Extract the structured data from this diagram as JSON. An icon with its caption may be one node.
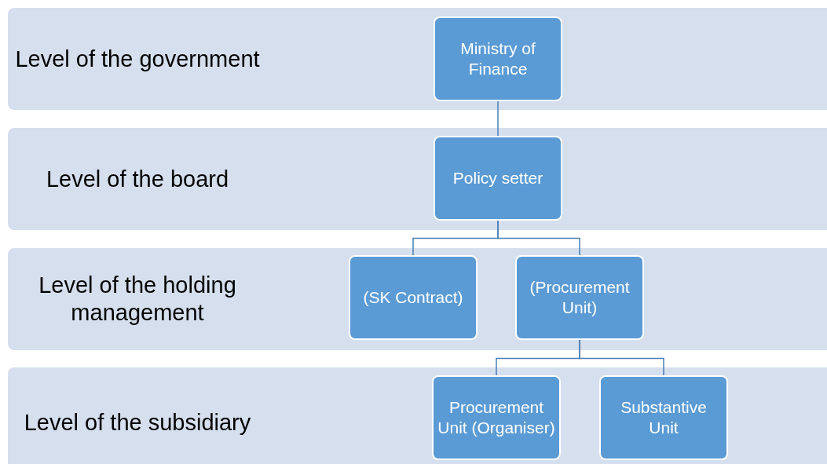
{
  "diagram": {
    "nodes": [
      {
        "text": [
          "Level of the government"
        ]
      },
      {
        "text": [
          "Ministry of Finance"
        ],
        "in": 0
      },
      {
        "text": [
          "Level of the board"
        ]
      },
      {
        "text": [
          "Policy setter"
        ],
        "in": 2
      },
      {
        "text": [
          "Level of the holding management"
        ]
      },
      {
        "text": [
          "(SK Contract)"
        ],
        "in": 4
      },
      {
        "text": [
          "(Procurement Unit)"
        ],
        "in": 4
      },
      {
        "text": [
          "Level of the subsidiary"
        ]
      },
      {
        "text": [
          "Procurement Unit (Organiser)"
        ],
        "in": 7
      },
      {
        "text": [
          "Substantive Unit"
        ],
        "in": 7
      }
    ],
    "edges": [
      {
        "from": 1,
        "to": 3,
        "arrow": "none"
      },
      {
        "from": 3,
        "to": 5,
        "arrow": "none"
      },
      {
        "from": 3,
        "to": 6,
        "arrow": "none"
      },
      {
        "from": 6,
        "to": 8,
        "arrow": "none"
      },
      {
        "from": 6,
        "to": 9,
        "arrow": "none"
      }
    ]
  }
}
